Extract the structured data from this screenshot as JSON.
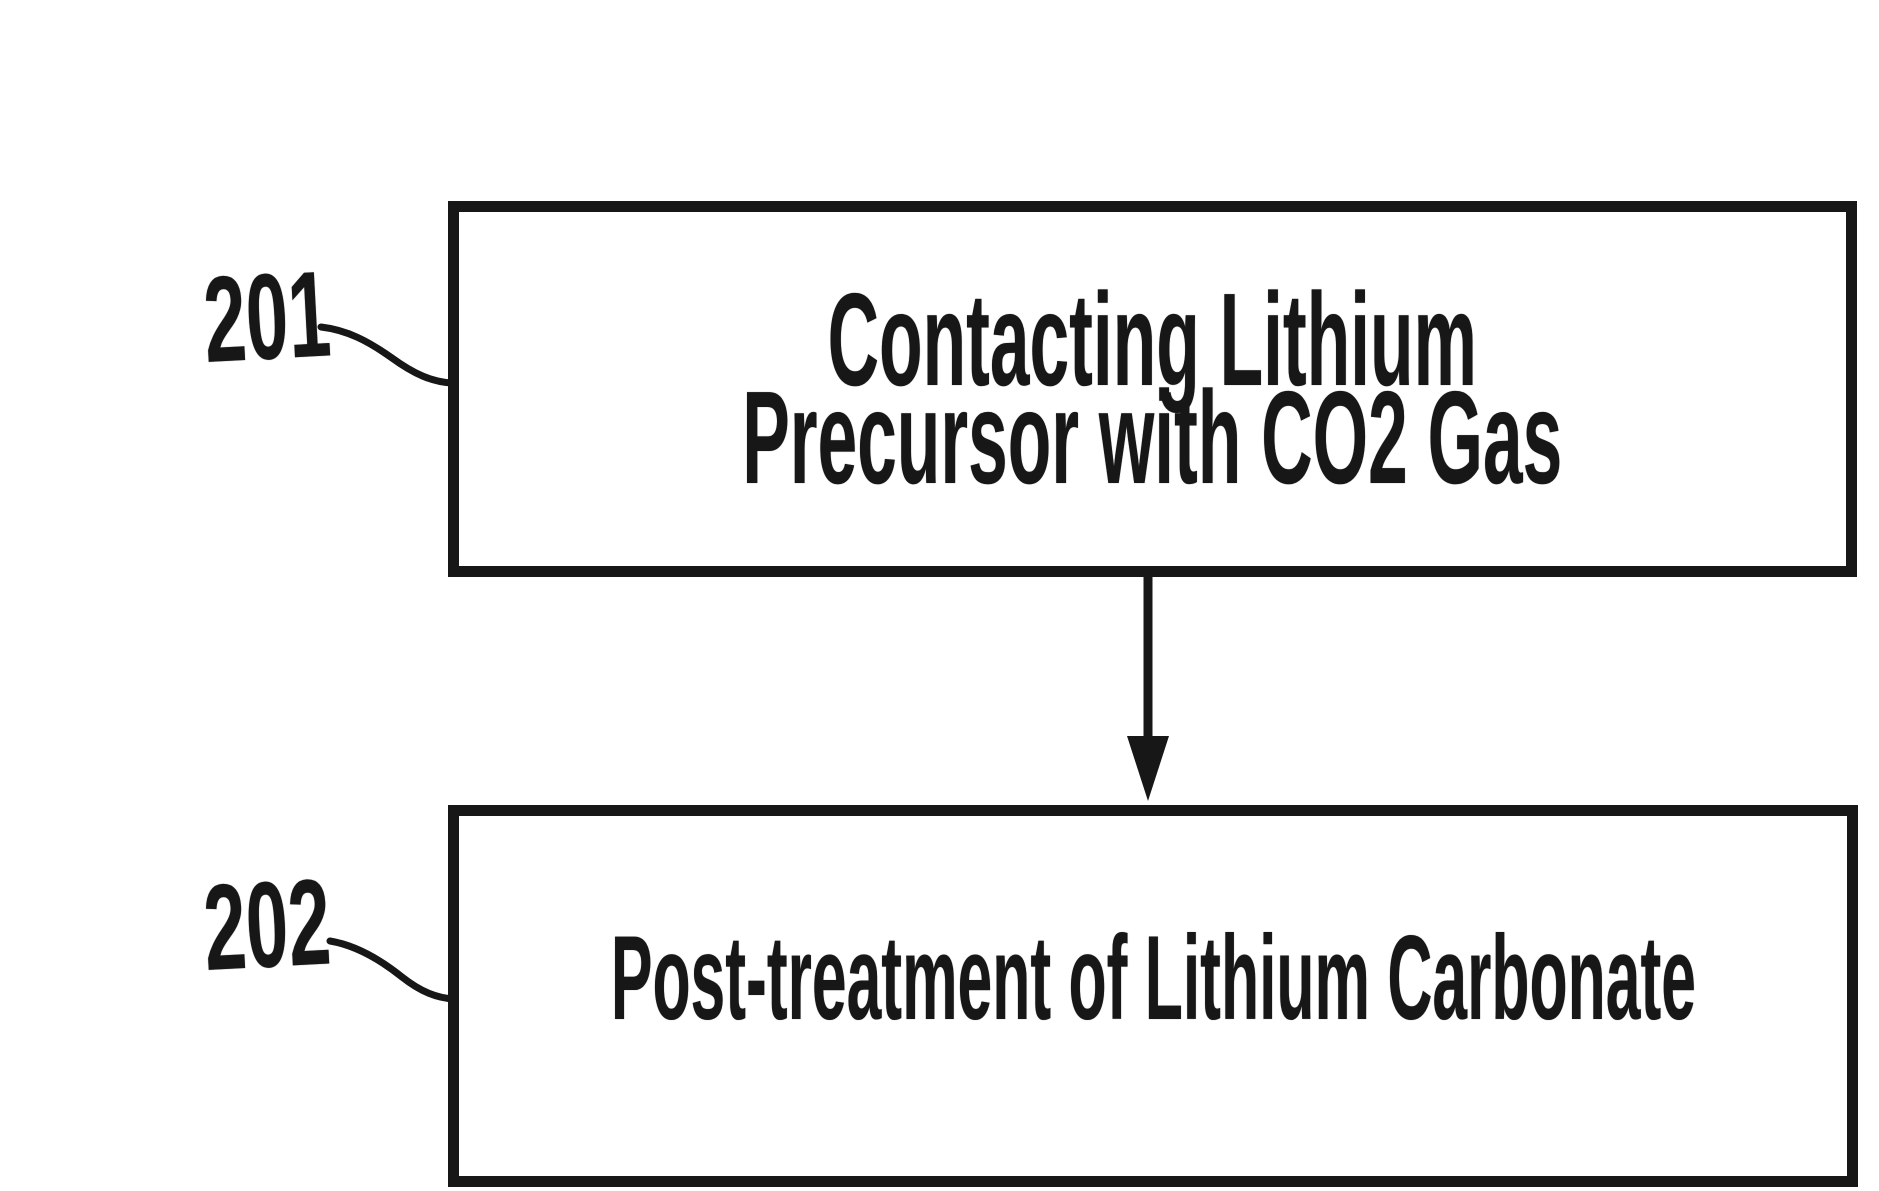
{
  "colors": {
    "ink": "#171717",
    "paper": "#ffffff"
  },
  "diagram": {
    "step1": {
      "ref_label": "201",
      "text_line1": "Contacting Lithium",
      "text_line2": "Precursor with CO2 Gas"
    },
    "step2": {
      "ref_label": "202",
      "text_line1": "Post-treatment of Lithium Carbonate"
    },
    "connector": {
      "icon": "down-arrow"
    }
  }
}
